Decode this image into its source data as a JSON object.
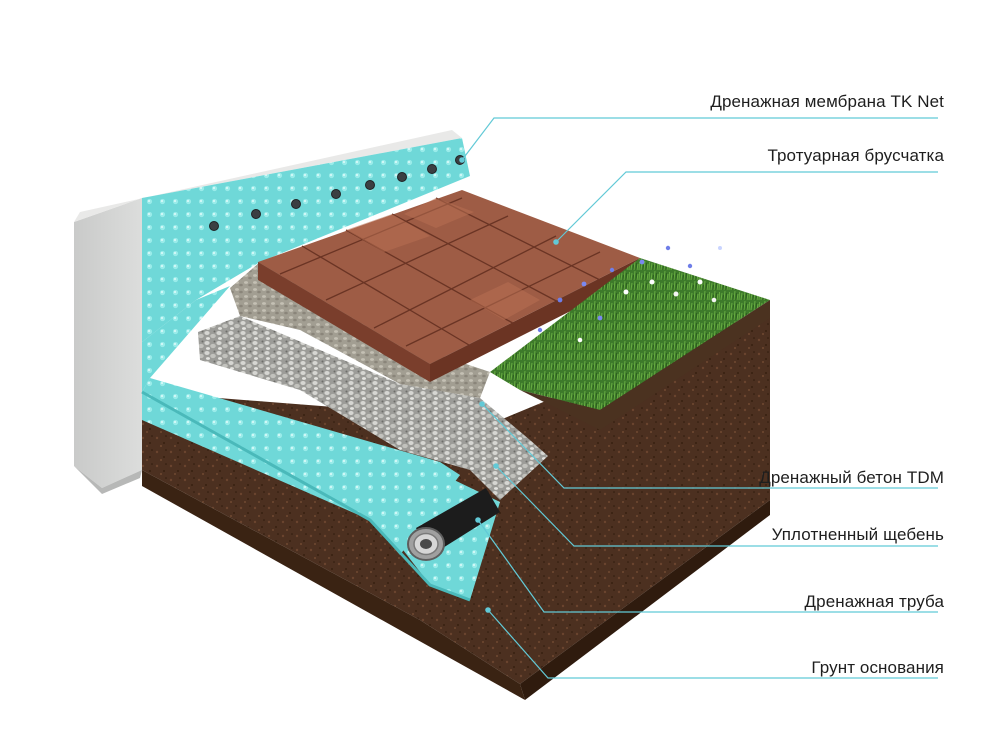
{
  "colors": {
    "membrane": "#6ed6d6",
    "leader_line": "#62c9d6",
    "paving": "#9a5a44",
    "soil": "#4a2e1f",
    "concrete": "#cfd0d0",
    "grass": "#3f7a2c"
  },
  "layers": [
    {
      "id": "membrane",
      "label": "Дренажная мембрана TK Net"
    },
    {
      "id": "paving",
      "label": "Тротуарная брусчатка"
    },
    {
      "id": "drain-concrete",
      "label": "Дренажный бетон TDM"
    },
    {
      "id": "gravel",
      "label": "Уплотненный щебень"
    },
    {
      "id": "pipe",
      "label": "Дренажная труба"
    },
    {
      "id": "soil",
      "label": "Грунт основания"
    }
  ]
}
